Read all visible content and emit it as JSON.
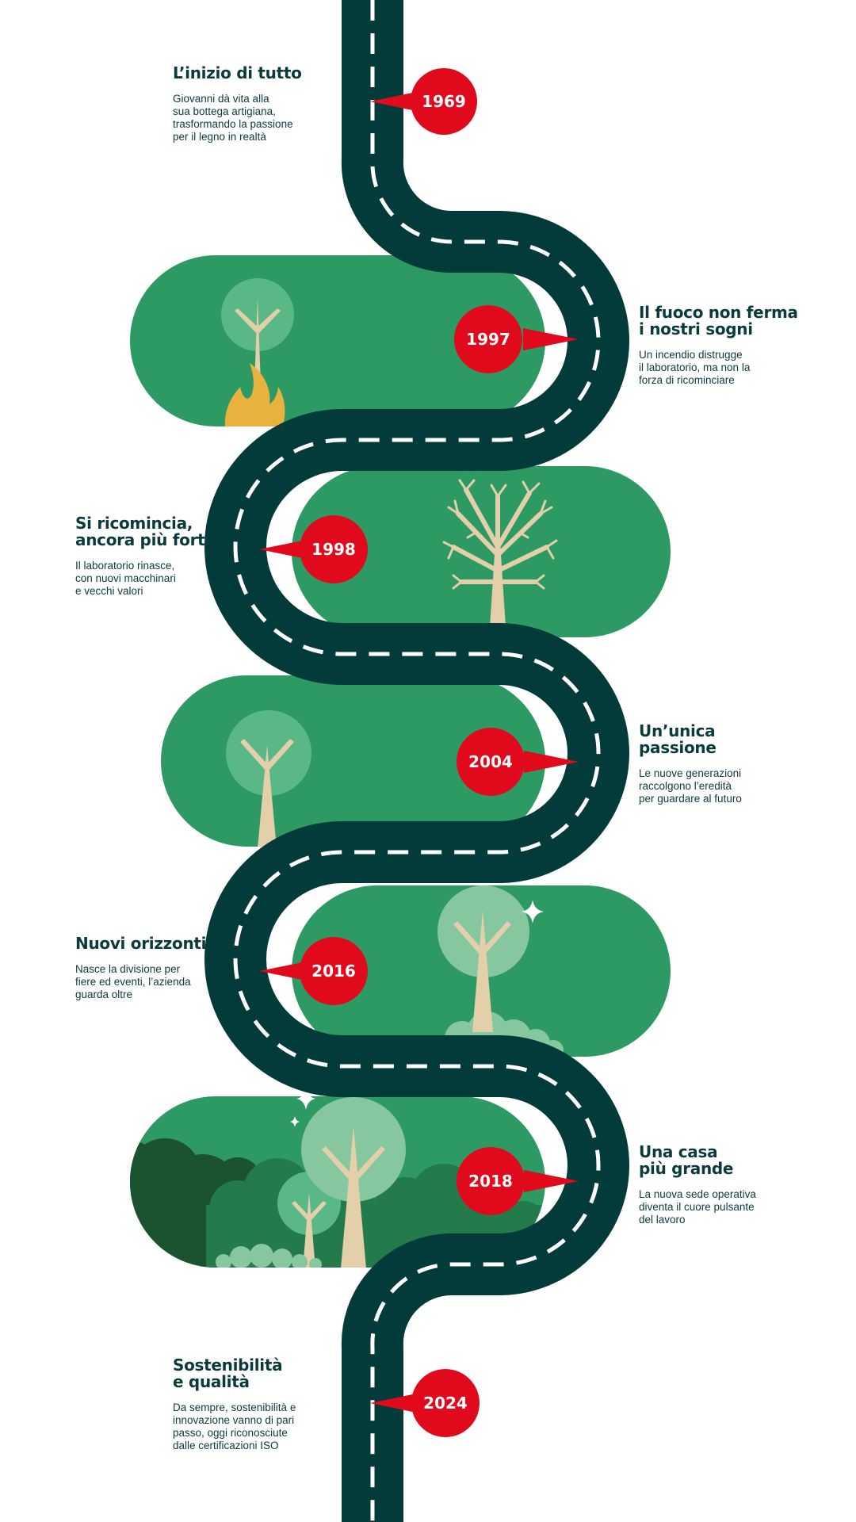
{
  "colors": {
    "road": "#033a3a",
    "lane": "#ffffff",
    "band": "#2e9a63",
    "canopy": "#59b886",
    "canopy_pale": "#86c7a0",
    "trunk": "#e3cfa9",
    "marker": "#e10a1c",
    "fire": "#e9b13d",
    "forest_dark": "#1b5331",
    "forest_mid": "#237a4a",
    "text": "#0b3a3c"
  },
  "milestones": [
    {
      "year": "1969",
      "title": [
        "L’inizio di tutto"
      ],
      "body": [
        "Giovanni dà vita alla",
        "sua bottega artigiana,",
        "trasformando la passione",
        "per il legno in realtà"
      ],
      "illustration": "none"
    },
    {
      "year": "1997",
      "title": [
        "Il fuoco non ferma",
        "i nostri sogni"
      ],
      "body": [
        "Un incendio distrugge",
        "il laboratorio, ma non la",
        "forza di ricominciare"
      ],
      "illustration": "burning-tree"
    },
    {
      "year": "1998",
      "title": [
        "Si ricomincia,",
        "ancora più forti"
      ],
      "body": [
        "Il laboratorio rinasce,",
        "con nuovi macchinari",
        "e vecchi valori"
      ],
      "illustration": "bare-tree"
    },
    {
      "year": "2004",
      "title": [
        "Un’unica",
        "passione"
      ],
      "body": [
        "Le nuove generazioni",
        "raccolgono l’eredità",
        "per guardare al futuro"
      ],
      "illustration": "young-tree"
    },
    {
      "year": "2016",
      "title": [
        "Nuovi orizzonti"
      ],
      "body": [
        "Nasce la divisione per",
        "fiere ed eventi, l’azienda",
        "guarda oltre"
      ],
      "illustration": "grown-tree-with-sparkle"
    },
    {
      "year": "2018",
      "title": [
        "Una casa",
        "più grande"
      ],
      "body": [
        "La nuova sede operativa",
        "diventa il cuore pulsante",
        "del lavoro"
      ],
      "illustration": "forest"
    },
    {
      "year": "2024",
      "title": [
        "Sostenibilità",
        "e qualità"
      ],
      "body": [
        "Da sempre, sostenibilità e",
        "innovazione vanno di pari",
        "passo, oggi riconosciute",
        "dalle certificazioni ISO"
      ],
      "illustration": "none"
    }
  ]
}
